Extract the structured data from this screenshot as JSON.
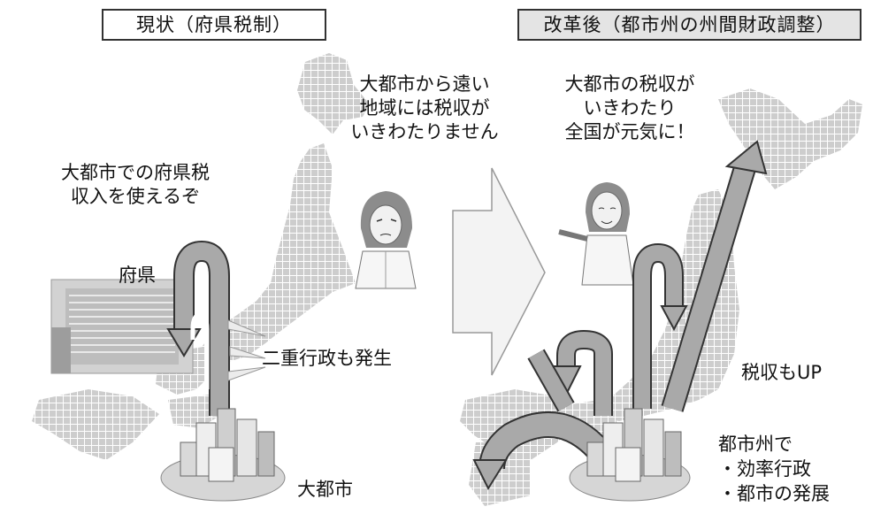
{
  "left": {
    "title": "現状（府県税制）",
    "complaint": "大都市での府県税\n収入を使えるぞ",
    "prefecture_label": "府県",
    "double_admin_label": "二重行政も発生",
    "city_label": "大都市"
  },
  "middle": {
    "speech_before": "大都市から遠い\n地域には税収が\nいきわたりません"
  },
  "right": {
    "title": "改革後（都市州の州間財政調整）",
    "speech_after": "大都市の税収が\nいきわたり\n全国が元気に！",
    "tax_up_label": "税収もUP",
    "benefits": "都市州で\n・効率行政\n・都市の発展"
  },
  "colors": {
    "map_gray": "#cfcfcf",
    "arrow_gray": "#a9a9a9",
    "arrow_outline": "#333333",
    "big_arrow": "#f2f2f2"
  }
}
